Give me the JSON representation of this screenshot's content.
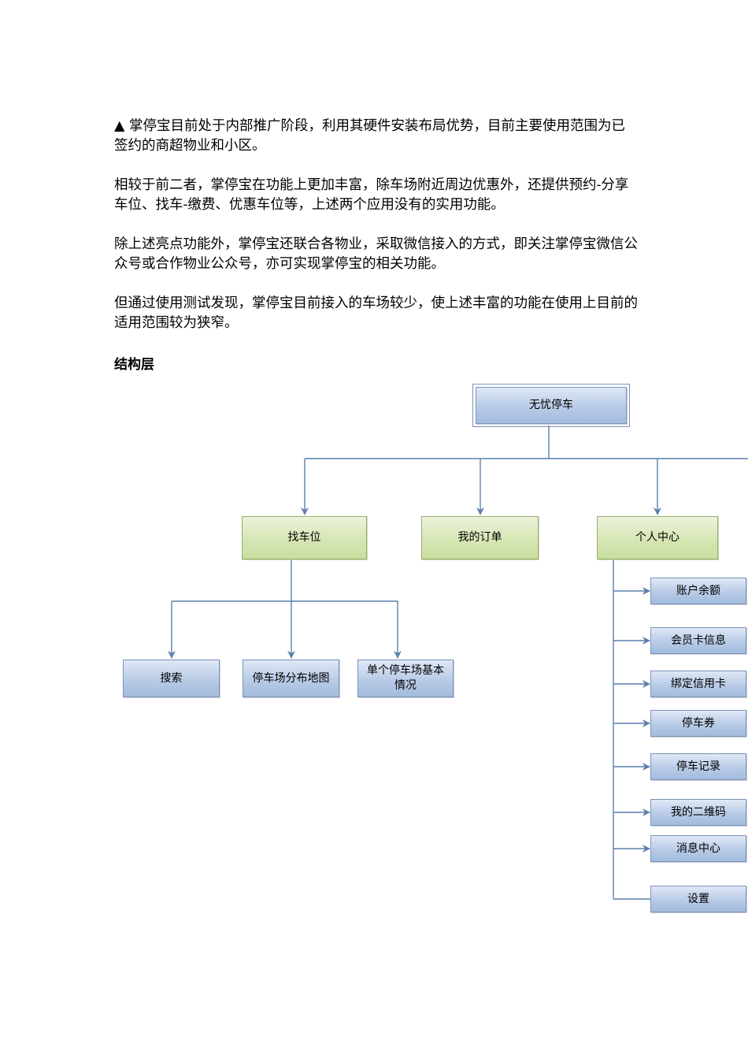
{
  "paragraphs": [
    "▲ 掌停宝目前处于内部推广阶段，利用其硬件安装布局优势，目前主要使用范围为已签约的商超物业和小区。",
    "相较于前二者，掌停宝在功能上更加丰富，除车场附近周边优惠外，还提供预约-分享车位、找车-缴费、优惠车位等，上述两个应用没有的实用功能。",
    "除上述亮点功能外，掌停宝还联合各物业，采取微信接入的方式，即关注掌停宝微信公众号或合作物业公众号，亦可实现掌停宝的相关功能。",
    "但通过使用测试发现，掌停宝目前接入的车场较少，使上述丰富的功能在使用上目前的适用范围较为狭窄。"
  ],
  "section_title": "结构层",
  "diagram": {
    "root": "无忧停车",
    "level1": [
      "找车位",
      "我的订单",
      "个人中心"
    ],
    "find_parking_children": [
      "搜索",
      "停车场分布地图",
      "单个停车场基本情况"
    ],
    "personal_center_children": [
      "账户余额",
      "会员卡信息",
      "绑定信用卡",
      "停车券",
      "停车记录",
      "我的二维码",
      "消息中心",
      "设置"
    ]
  },
  "colors": {
    "line": "#5b7fae",
    "blue_box": "#b8cbe6",
    "green_box": "#d6e6b4"
  }
}
